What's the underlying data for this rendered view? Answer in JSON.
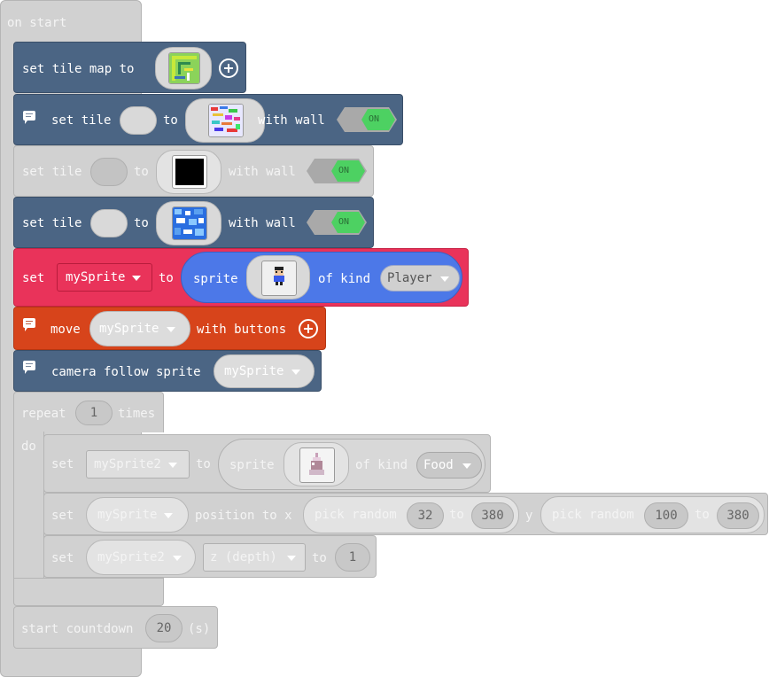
{
  "event": {
    "label": "on start"
  },
  "set_tile_map": {
    "label": "set tile map to",
    "thumb_icon": "tilemap-maze-icon"
  },
  "set_tile_rows": [
    {
      "set": "set tile",
      "to": "to",
      "with_wall": "with wall",
      "toggle": "ON",
      "thumb_icon": "multicolor-tile-icon"
    },
    {
      "set": "set tile",
      "to": "to",
      "with_wall": "with wall",
      "toggle": "ON",
      "thumb_icon": "black-tile-icon"
    },
    {
      "set": "set tile",
      "to": "to",
      "with_wall": "with wall",
      "toggle": "ON",
      "thumb_icon": "blue-tile-icon"
    }
  ],
  "set_sprite": {
    "set": "set",
    "var": "mySprite",
    "to": "to",
    "sprite": "sprite",
    "of_kind": "of kind",
    "kind": "Player",
    "thumb_icon": "player-sprite-icon"
  },
  "move": {
    "label": "move",
    "var": "mySprite",
    "with_buttons": "with buttons"
  },
  "camera": {
    "label": "camera follow sprite",
    "var": "mySprite"
  },
  "repeat": {
    "label": "repeat",
    "count": "1",
    "times": "times",
    "do": "do"
  },
  "food": {
    "set": "set",
    "var": "mySprite2",
    "to": "to",
    "sprite": "sprite",
    "of_kind": "of kind",
    "kind": "Food",
    "thumb_icon": "food-sprite-icon"
  },
  "position": {
    "set": "set",
    "var": "mySprite",
    "position_to_x": "position to x",
    "pick_random": "pick random",
    "x_min": "32",
    "to": "to",
    "x_max": "380",
    "y": "y",
    "y_min": "100",
    "y_max": "380"
  },
  "depth": {
    "set": "set",
    "var": "mySprite2",
    "prop": "z (depth)",
    "to": "to",
    "value": "1"
  },
  "countdown": {
    "label": "start countdown",
    "value": "20",
    "unit": "(s)"
  },
  "colors": {
    "blue_block": "#4b6584",
    "red_block": "#e9335a",
    "orange_block": "#d7441b",
    "disabled_gray": "#d1d1d1",
    "sprite_blue": "#4c78e8",
    "toggle_green": "#4dd162"
  }
}
